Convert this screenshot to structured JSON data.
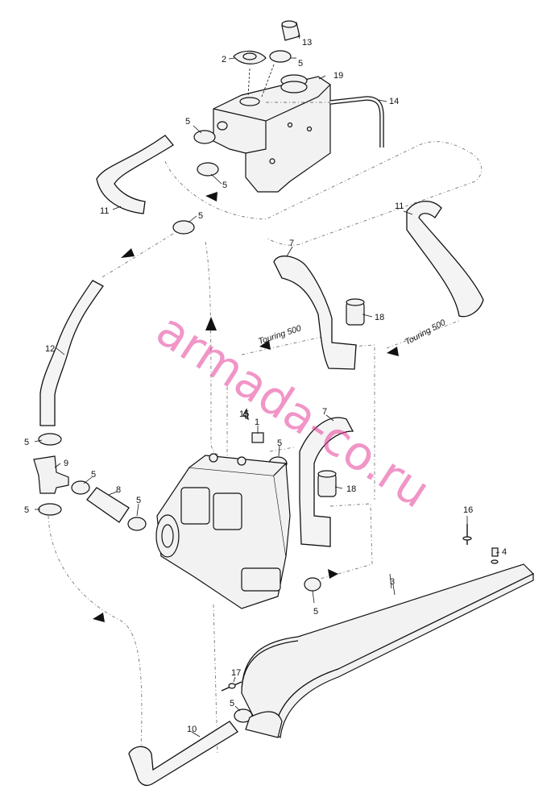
{
  "watermark": "armada-co.ru",
  "variant_label": "Touring 500",
  "callouts": [
    "1",
    "2",
    "3",
    "4",
    "5",
    "7",
    "8",
    "9",
    "10",
    "11",
    "12",
    "13",
    "14",
    "15",
    "16",
    "17",
    "18",
    "19"
  ]
}
